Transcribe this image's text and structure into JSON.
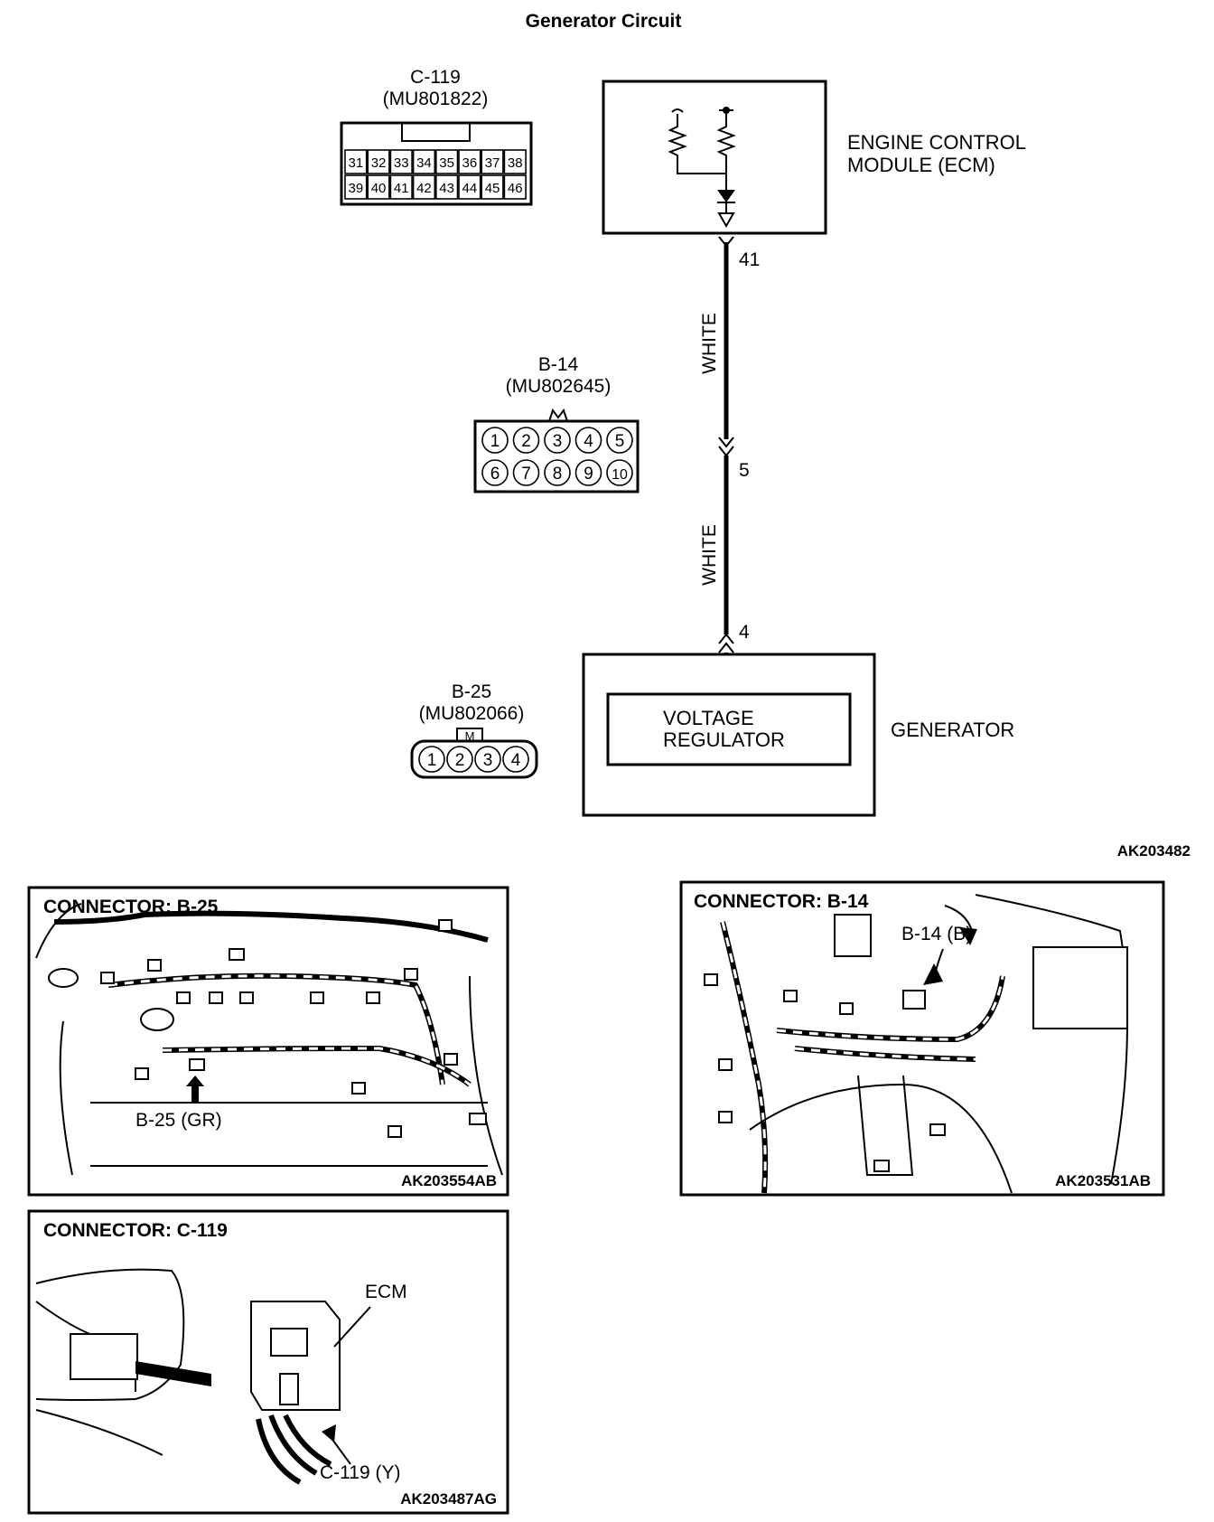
{
  "title": "Generator Circuit",
  "ecm": {
    "label_line1": "ENGINE CONTROL",
    "label_line2": "MODULE (ECM)"
  },
  "generator": {
    "label": "GENERATOR",
    "regulator_line1": "VOLTAGE",
    "regulator_line2": "REGULATOR"
  },
  "wiring": {
    "terminals": [
      "41",
      "5",
      "4"
    ],
    "wire_colors": [
      "WHITE",
      "WHITE"
    ]
  },
  "connectors": {
    "c119": {
      "id": "C-119",
      "part": "(MU801822)",
      "row1": [
        "31",
        "32",
        "33",
        "34",
        "35",
        "36",
        "37",
        "38"
      ],
      "row2": [
        "39",
        "40",
        "41",
        "42",
        "43",
        "44",
        "45",
        "46"
      ]
    },
    "b14": {
      "id": "B-14",
      "part": "(MU802645)",
      "row1": [
        "1",
        "2",
        "3",
        "4",
        "5"
      ],
      "row2": [
        "6",
        "7",
        "8",
        "9",
        "10"
      ],
      "key": "M"
    },
    "b25": {
      "id": "B-25",
      "part": "(MU802066)",
      "pins": [
        "1",
        "2",
        "3",
        "4"
      ],
      "key": "M"
    }
  },
  "figure_code_main": "AK203482",
  "panels": {
    "b25": {
      "title": "CONNECTOR: B-25",
      "callout": "B-25 (GR)",
      "code": "AK203554AB"
    },
    "b14": {
      "title": "CONNECTOR: B-14",
      "callout": "B-14 (B)",
      "code": "AK203531AB"
    },
    "c119": {
      "title": "CONNECTOR: C-119",
      "callout_ecm": "ECM",
      "callout": "C-119 (Y)",
      "code": "AK203487AG"
    }
  }
}
